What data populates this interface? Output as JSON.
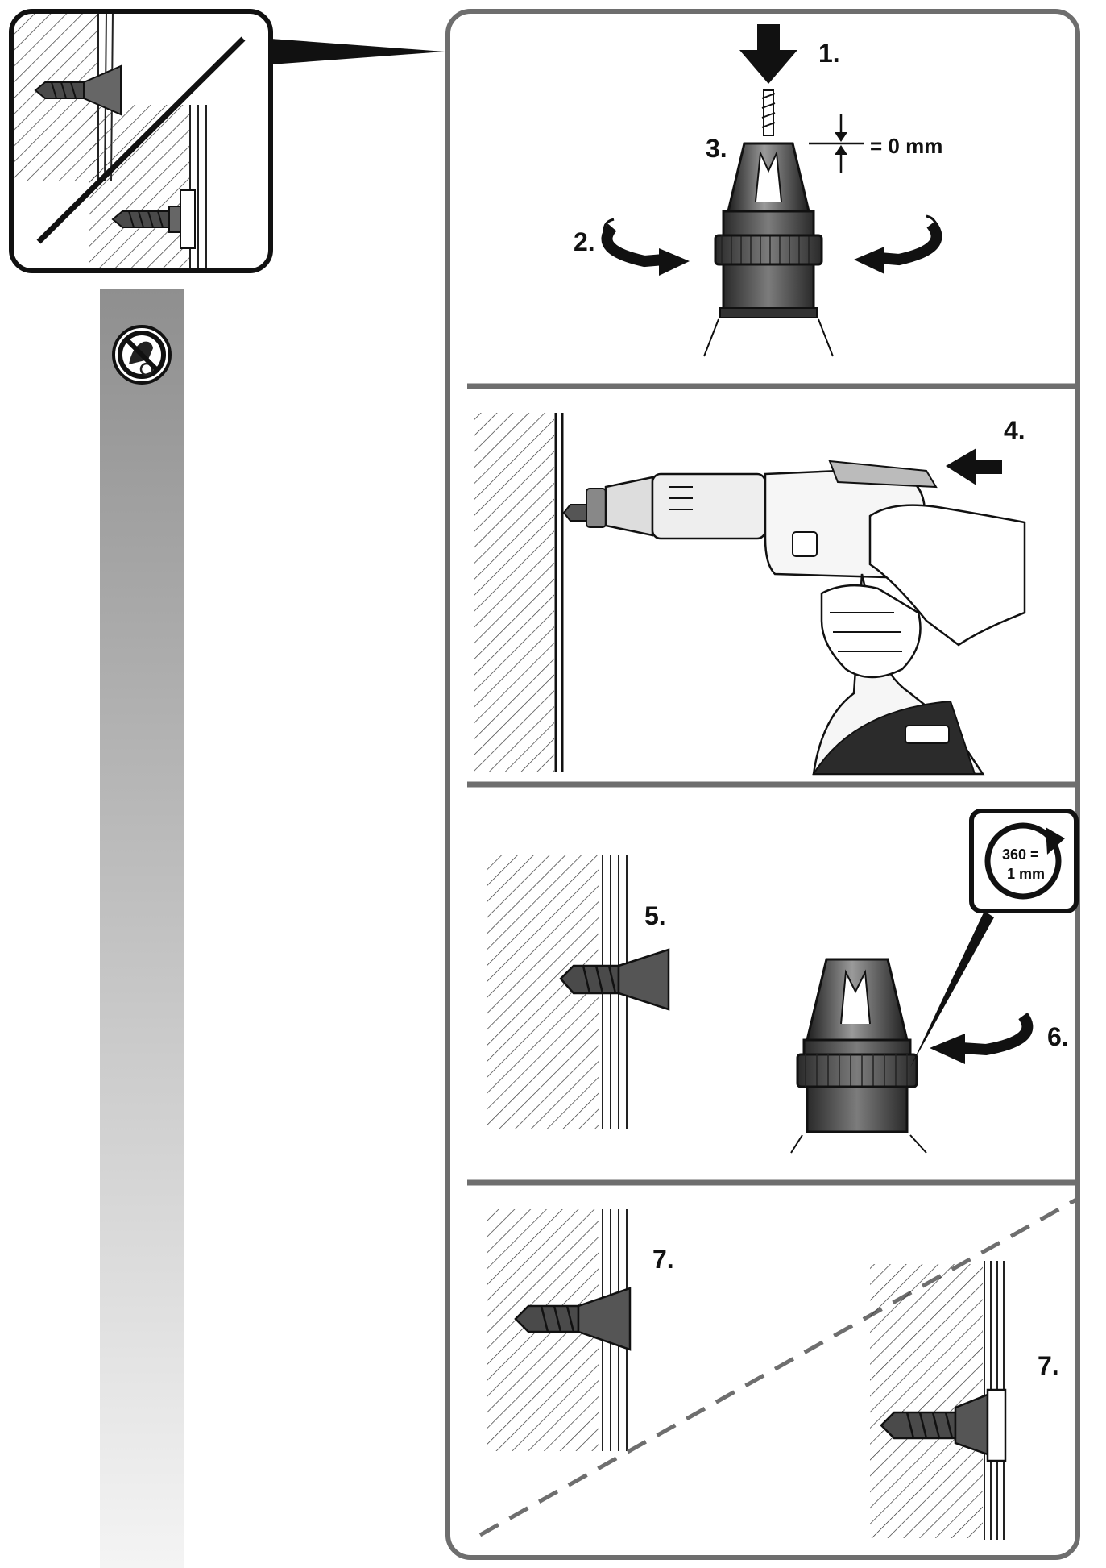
{
  "steps": {
    "s1": "1.",
    "s2": "2.",
    "s3": "3.",
    "s4": "4.",
    "s5": "5.",
    "s6": "6.",
    "s7a": "7.",
    "s7b": "7."
  },
  "depth_setting": "= 0 mm",
  "rotation_note": {
    "line1": "360 =",
    "line2": "1 mm"
  },
  "icons": {
    "prohibited": "no-hand-contact-icon",
    "rotate": "rotate-arrow-icon"
  },
  "colors": {
    "frame": "#6e6e6e",
    "ink": "#111111",
    "tool_dark": "#2e2e2e",
    "tool_mid": "#7a7a7a",
    "gradient_top": "#8f8f8f",
    "gradient_bottom": "#f2f2f2"
  }
}
